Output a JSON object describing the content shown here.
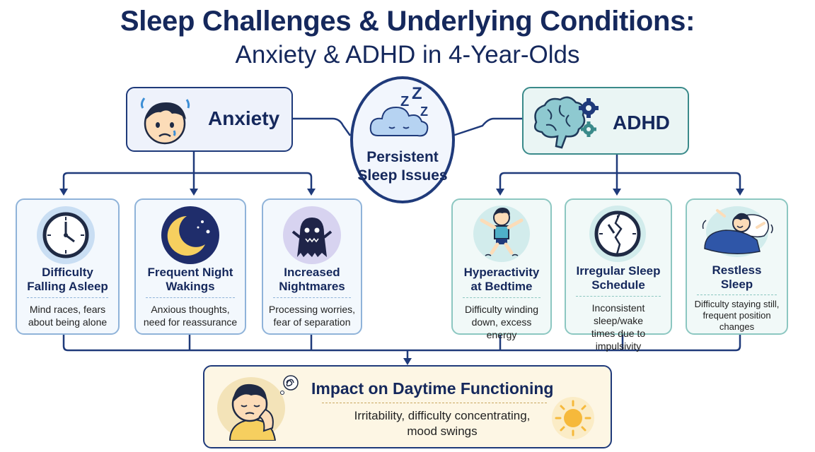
{
  "title": {
    "line1": "Sleep Challenges & Underlying Conditions:",
    "line2": "Anxiety & ADHD in 4-Year-Olds"
  },
  "hub": {
    "label_line1": "Persistent",
    "label_line2": "Sleep Issues",
    "icon": "sleeping-cloud-icon"
  },
  "conditions": {
    "anxiety": {
      "label": "Anxiety",
      "icon": "worried-child-icon"
    },
    "adhd": {
      "label": "ADHD",
      "icon": "brain-gears-icon"
    }
  },
  "anxiety_cards": [
    {
      "title_line1": "Difficulty",
      "title_line2": "Falling Asleep",
      "desc_line1": "Mind races, fears",
      "desc_line2": "about being alone",
      "icon": "clock-icon"
    },
    {
      "title_line1": "Frequent Night",
      "title_line2": "Wakings",
      "desc_line1": "Anxious thoughts,",
      "desc_line2": "need for reassurance",
      "icon": "crescent-moon-icon"
    },
    {
      "title_line1": "Increased",
      "title_line2": "Nightmares",
      "desc_line1": "Processing worries,",
      "desc_line2": "fear of separation",
      "icon": "monster-icon"
    }
  ],
  "adhd_cards": [
    {
      "title_line1": "Hyperactivity",
      "title_line2": "at Bedtime",
      "desc_line1": "Difficulty winding",
      "desc_line2": "down, excess energy",
      "icon": "jumping-child-icon"
    },
    {
      "title_line1": "Irregular Sleep",
      "title_line2": "Schedule",
      "desc_line1": "Inconsistent sleep/wake",
      "desc_line2": "times due to impulsivity",
      "icon": "broken-clock-icon"
    },
    {
      "title_line1": "Restless",
      "title_line2": "Sleep",
      "desc_line1": "Difficulty staying still,",
      "desc_line2": "frequent position",
      "desc_line3": "changes",
      "icon": "restless-sleeper-icon"
    }
  ],
  "impact": {
    "title": "Impact on Daytime Functioning",
    "desc_line1": "Irritability, difficulty concentrating,",
    "desc_line2": "mood swings",
    "icons": [
      "tired-child-icon",
      "sun-icon"
    ]
  },
  "colors": {
    "navy": "#15285c",
    "anxiety_border": "#1f3a7a",
    "adhd_border": "#3a8a8a",
    "impact_bg": "#fdf6e4"
  }
}
